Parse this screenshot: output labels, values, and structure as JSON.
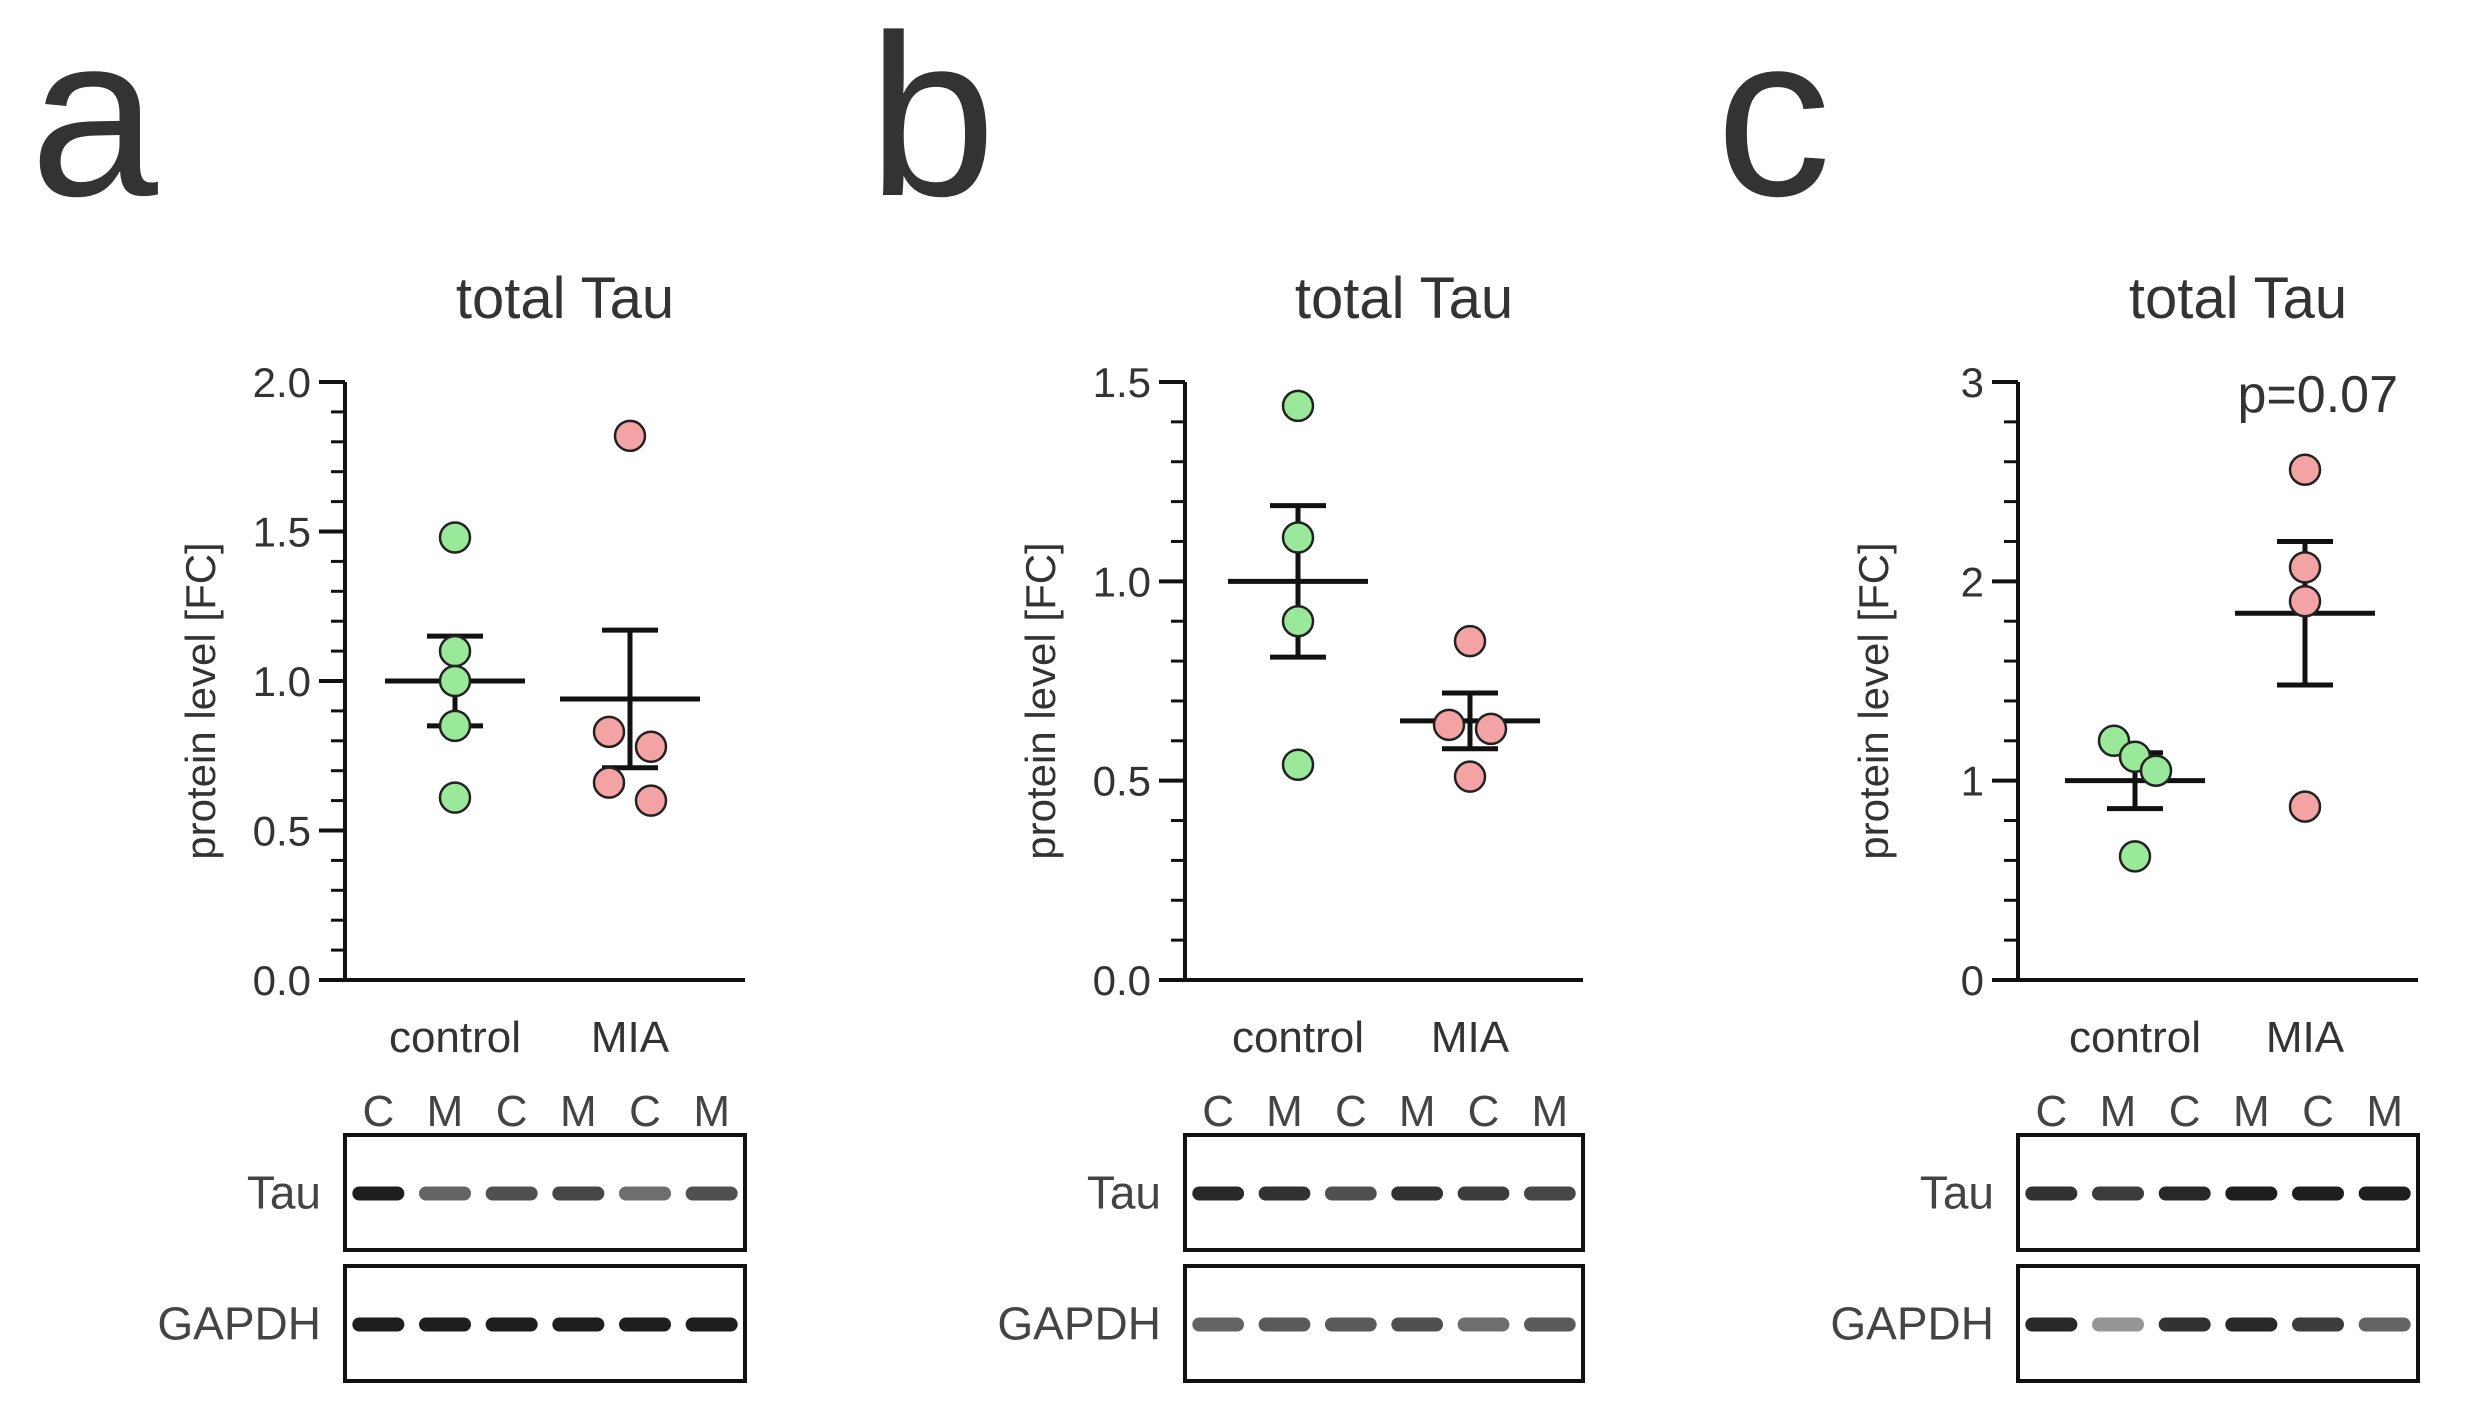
{
  "figure": {
    "panel_letters": [
      "a",
      "b",
      "c"
    ]
  },
  "chart_data": [
    {
      "type": "scatter",
      "panel": "a",
      "title": "total Tau",
      "ylabel": "protein level [FC]",
      "xlabel": "",
      "ylim": [
        0,
        2.0
      ],
      "yticks": [
        0.0,
        0.5,
        1.0,
        1.5,
        2.0
      ],
      "ytick_labels": [
        "0.0",
        "0.5",
        "1.0",
        "1.5",
        "2.0"
      ],
      "minor_per_major": 5,
      "categories": [
        "control",
        "MIA"
      ],
      "annotation": "",
      "series": [
        {
          "category": "control",
          "color": "#9ae89a",
          "points": [
            1.48,
            1.1,
            1.0,
            0.85,
            0.61
          ],
          "mean": 1.0,
          "sem": 0.15
        },
        {
          "category": "MIA",
          "color": "#f3a3a3",
          "points": [
            1.82,
            0.83,
            0.78,
            0.66,
            0.6
          ],
          "mean": 0.94,
          "sem": 0.23
        }
      ],
      "blot": {
        "lanes": [
          "C",
          "M",
          "C",
          "M",
          "C",
          "M"
        ],
        "rows": [
          {
            "label": "Tau",
            "intensity": [
              0.95,
              0.6,
              0.7,
              0.75,
              0.55,
              0.7
            ]
          },
          {
            "label": "GAPDH",
            "intensity": [
              0.95,
              0.95,
              0.95,
              0.95,
              0.95,
              0.95
            ]
          }
        ]
      }
    },
    {
      "type": "scatter",
      "panel": "b",
      "title": "total Tau",
      "ylabel": "protein level [FC]",
      "xlabel": "",
      "ylim": [
        0,
        1.5
      ],
      "yticks": [
        0.0,
        0.5,
        1.0,
        1.5
      ],
      "ytick_labels": [
        "0.0",
        "0.5",
        "1.0",
        "1.5"
      ],
      "minor_per_major": 5,
      "categories": [
        "control",
        "MIA"
      ],
      "annotation": "",
      "series": [
        {
          "category": "control",
          "color": "#9ae89a",
          "points": [
            1.44,
            1.11,
            0.9,
            0.54
          ],
          "mean": 1.0,
          "sem": 0.19
        },
        {
          "category": "MIA",
          "color": "#f3a3a3",
          "points": [
            0.85,
            0.64,
            0.63,
            0.51
          ],
          "mean": 0.65,
          "sem": 0.07
        }
      ],
      "blot": {
        "lanes": [
          "C",
          "M",
          "C",
          "M",
          "C",
          "M"
        ],
        "rows": [
          {
            "label": "Tau",
            "intensity": [
              0.9,
              0.85,
              0.7,
              0.85,
              0.8,
              0.75
            ]
          },
          {
            "label": "GAPDH",
            "intensity": [
              0.6,
              0.65,
              0.65,
              0.7,
              0.55,
              0.65
            ]
          }
        ]
      }
    },
    {
      "type": "scatter",
      "panel": "c",
      "title": "total Tau",
      "ylabel": "protein level [FC]",
      "xlabel": "",
      "ylim": [
        0,
        3
      ],
      "yticks": [
        0,
        1,
        2,
        3
      ],
      "ytick_labels": [
        "0",
        "1",
        "2",
        "3"
      ],
      "minor_per_major": 5,
      "categories": [
        "control",
        "MIA"
      ],
      "annotation": "p=0.07",
      "series": [
        {
          "category": "control",
          "color": "#9ae89a",
          "points": [
            1.2,
            1.12,
            1.05,
            0.62
          ],
          "mean": 1.0,
          "sem": 0.14
        },
        {
          "category": "MIA",
          "color": "#f3a3a3",
          "points": [
            2.56,
            2.07,
            1.9,
            0.87
          ],
          "mean": 1.84,
          "sem": 0.36
        }
      ],
      "blot": {
        "lanes": [
          "C",
          "M",
          "C",
          "M",
          "C",
          "M"
        ],
        "rows": [
          {
            "label": "Tau",
            "intensity": [
              0.85,
              0.8,
              0.9,
              0.95,
              0.95,
              0.95
            ]
          },
          {
            "label": "GAPDH",
            "intensity": [
              0.9,
              0.35,
              0.85,
              0.9,
              0.8,
              0.6
            ]
          }
        ]
      }
    }
  ]
}
